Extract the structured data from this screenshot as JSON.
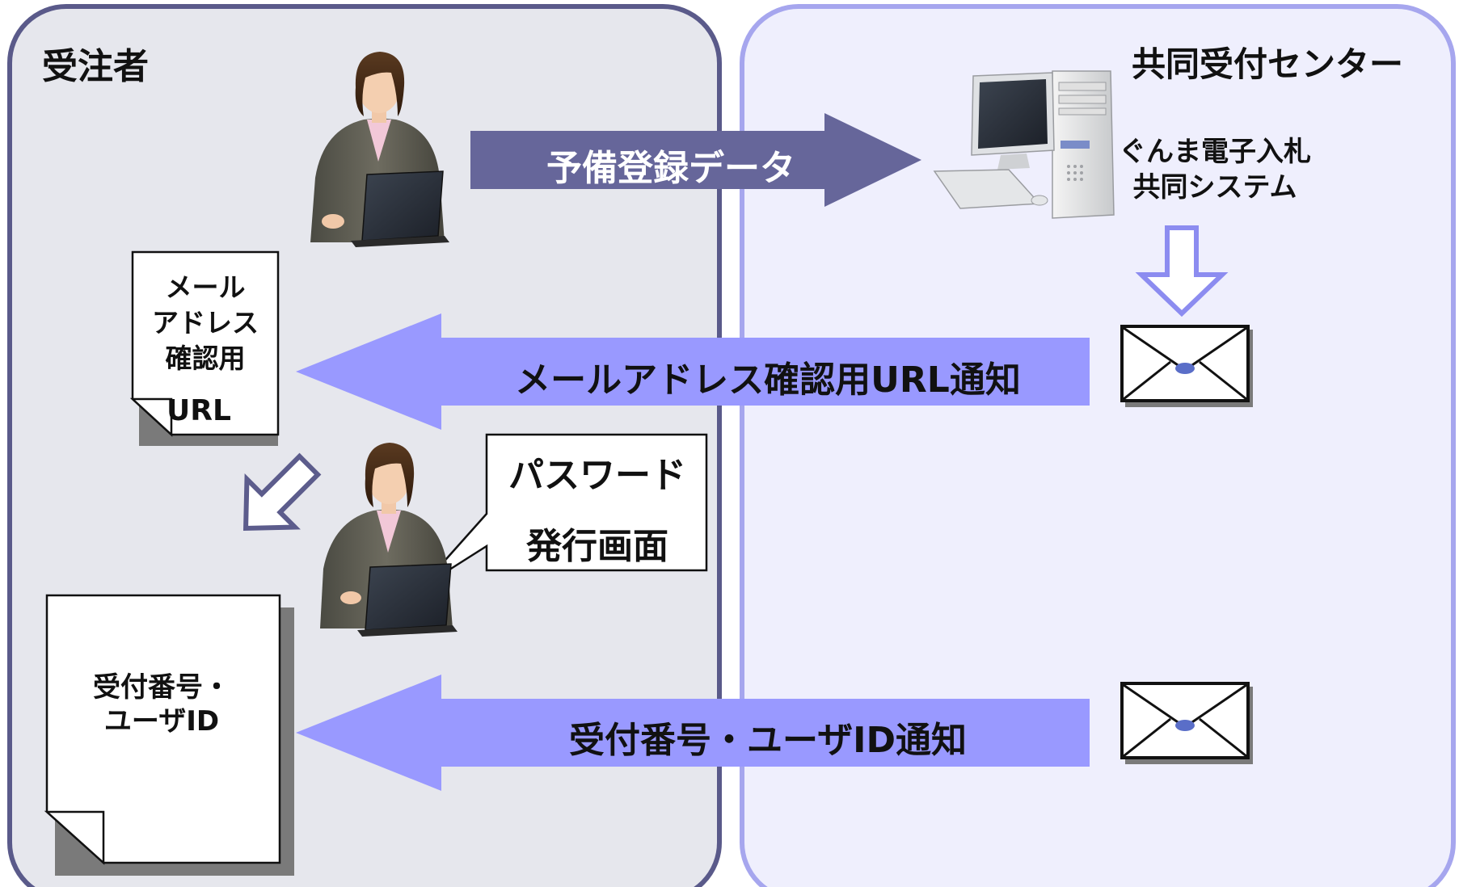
{
  "left_panel": {
    "title": "受注者",
    "fill": "#e6e7ed",
    "border": "#5a5a8a"
  },
  "right_panel": {
    "title": "共同受付センター",
    "fill": "#efeffd",
    "border": "#a6a6ee"
  },
  "system": {
    "line1": "ぐんま電子入札",
    "line2": "共同システム"
  },
  "arrows": {
    "preregistration": {
      "label": "予備登録データ",
      "color": "#66669a",
      "text_color": "#ffffff"
    },
    "url_notice": {
      "label": "メールアドレス確認用URL通知",
      "color": "#9999ff",
      "text_color": "#111111"
    },
    "id_notice": {
      "label": "受付番号・ユーザID通知",
      "color": "#9999ff",
      "text_color": "#111111"
    }
  },
  "documents": {
    "url_doc": {
      "line1": "メール",
      "line2": "アドレス",
      "line3": "確認用",
      "line4": "URL"
    },
    "id_doc": {
      "line1": "受付番号・",
      "line2": "ユーザID"
    }
  },
  "callout": {
    "line1": "パスワード",
    "line2": "発行画面"
  },
  "icons": {
    "user_top": "businesswoman-laptop-icon",
    "user_middle": "businesswoman-laptop-icon",
    "computer": "desktop-computer-icon",
    "mail_top": "envelope-icon",
    "mail_bottom": "envelope-icon",
    "down_arrow": "hollow-down-arrow-icon",
    "diag_arrow": "hollow-diagonal-arrow-icon"
  }
}
